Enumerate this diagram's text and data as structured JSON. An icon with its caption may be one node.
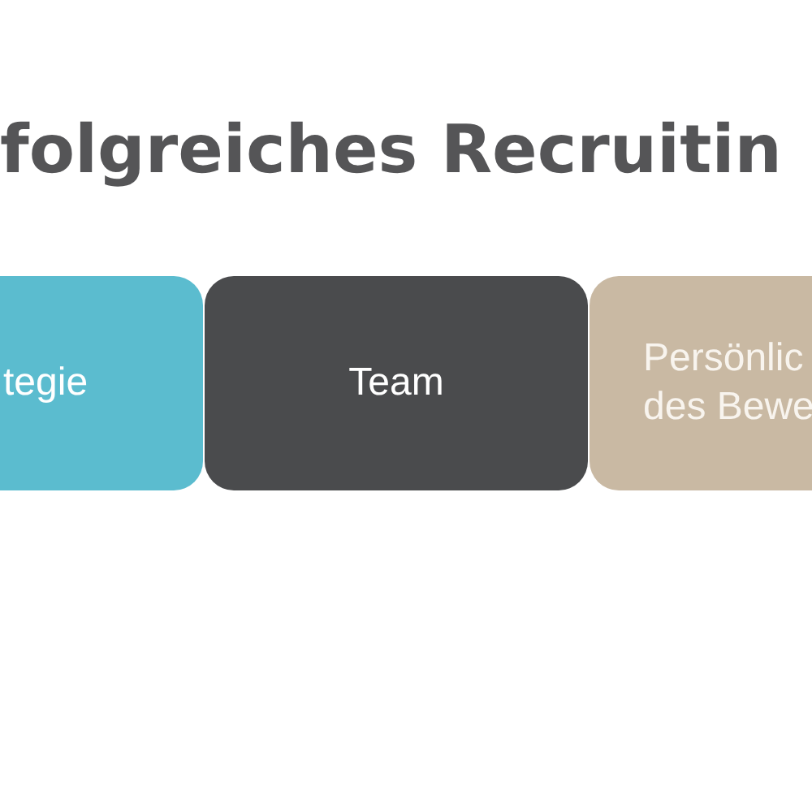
{
  "diagram": {
    "title": "folgreiches Recruitin",
    "nodes": [
      {
        "text": [
          "tegie"
        ]
      },
      {
        "text": [
          "Team"
        ]
      },
      {
        "text": [
          "Persönlic des Bewe"
        ]
      }
    ]
  }
}
